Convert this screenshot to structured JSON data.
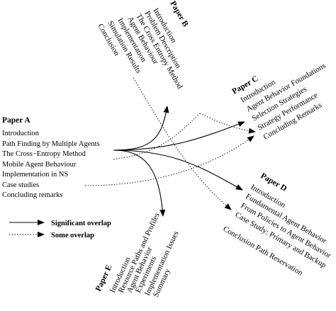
{
  "paper_a": {
    "title": "Paper A",
    "items": [
      "Introduction",
      "Path Finding by Multiple Agents",
      "The Cross−Entropy Method",
      "Mobile Agent Behaviour",
      "Implementation in NS",
      "Case studies",
      "Concluding remarks"
    ]
  },
  "paper_b": {
    "title": "Paper B",
    "items": [
      "Introduction",
      "Problem Description",
      "The Cross Entropy Method",
      "Agent Behaviour",
      "Implementation",
      "Simulation Results",
      "Conclusion"
    ]
  },
  "paper_c": {
    "title": "Paper C",
    "items": [
      "Introduction",
      "Agent Behavior Foundations",
      "Selection Strategies",
      "Strategy Performance",
      "Concluding Remarks"
    ]
  },
  "paper_d": {
    "title": "Paper D",
    "items": [
      "Introduction",
      "Fundamental Agent Behavior",
      "From Policies to Agent Behavior",
      "Case Study: Primary and Backup",
      "Conclusion   Path Reservation"
    ]
  },
  "paper_e": {
    "title": "Paper E",
    "items": [
      "Introduction",
      "Resource Paths and Profiles",
      "Agent Behavior",
      "Experiments",
      "Implementation Issues",
      "Summary"
    ]
  },
  "legend": {
    "significant": "Significant overlap",
    "some": "Some overlap"
  }
}
